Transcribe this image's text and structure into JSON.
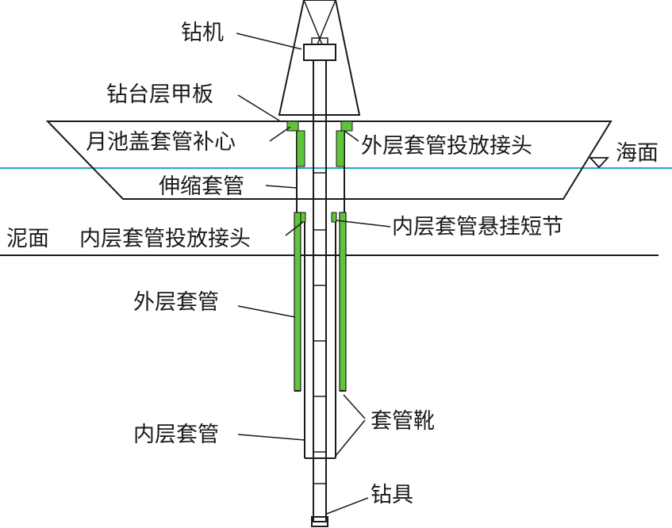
{
  "labels": {
    "rig": "钻机",
    "drill_floor": "钻台层甲板",
    "moonpool_compensator": "月池盖套管补心",
    "outer_running_tool": "外层套管投放接头",
    "sea_surface": "海面",
    "telescopic_casing": "伸缩套管",
    "mudline": "泥面",
    "inner_running_tool": "内层套管投放接头",
    "inner_hanger_sub": "内层套管悬挂短节",
    "outer_casing": "外层套管",
    "casing_shoe": "套管靴",
    "inner_casing": "内层套管",
    "drill_tool": "钻具"
  },
  "colors": {
    "line": "#1a1a1a",
    "sea": "#2aa6c4",
    "casing_green": "#5fc63a",
    "background": "#ffffff"
  }
}
